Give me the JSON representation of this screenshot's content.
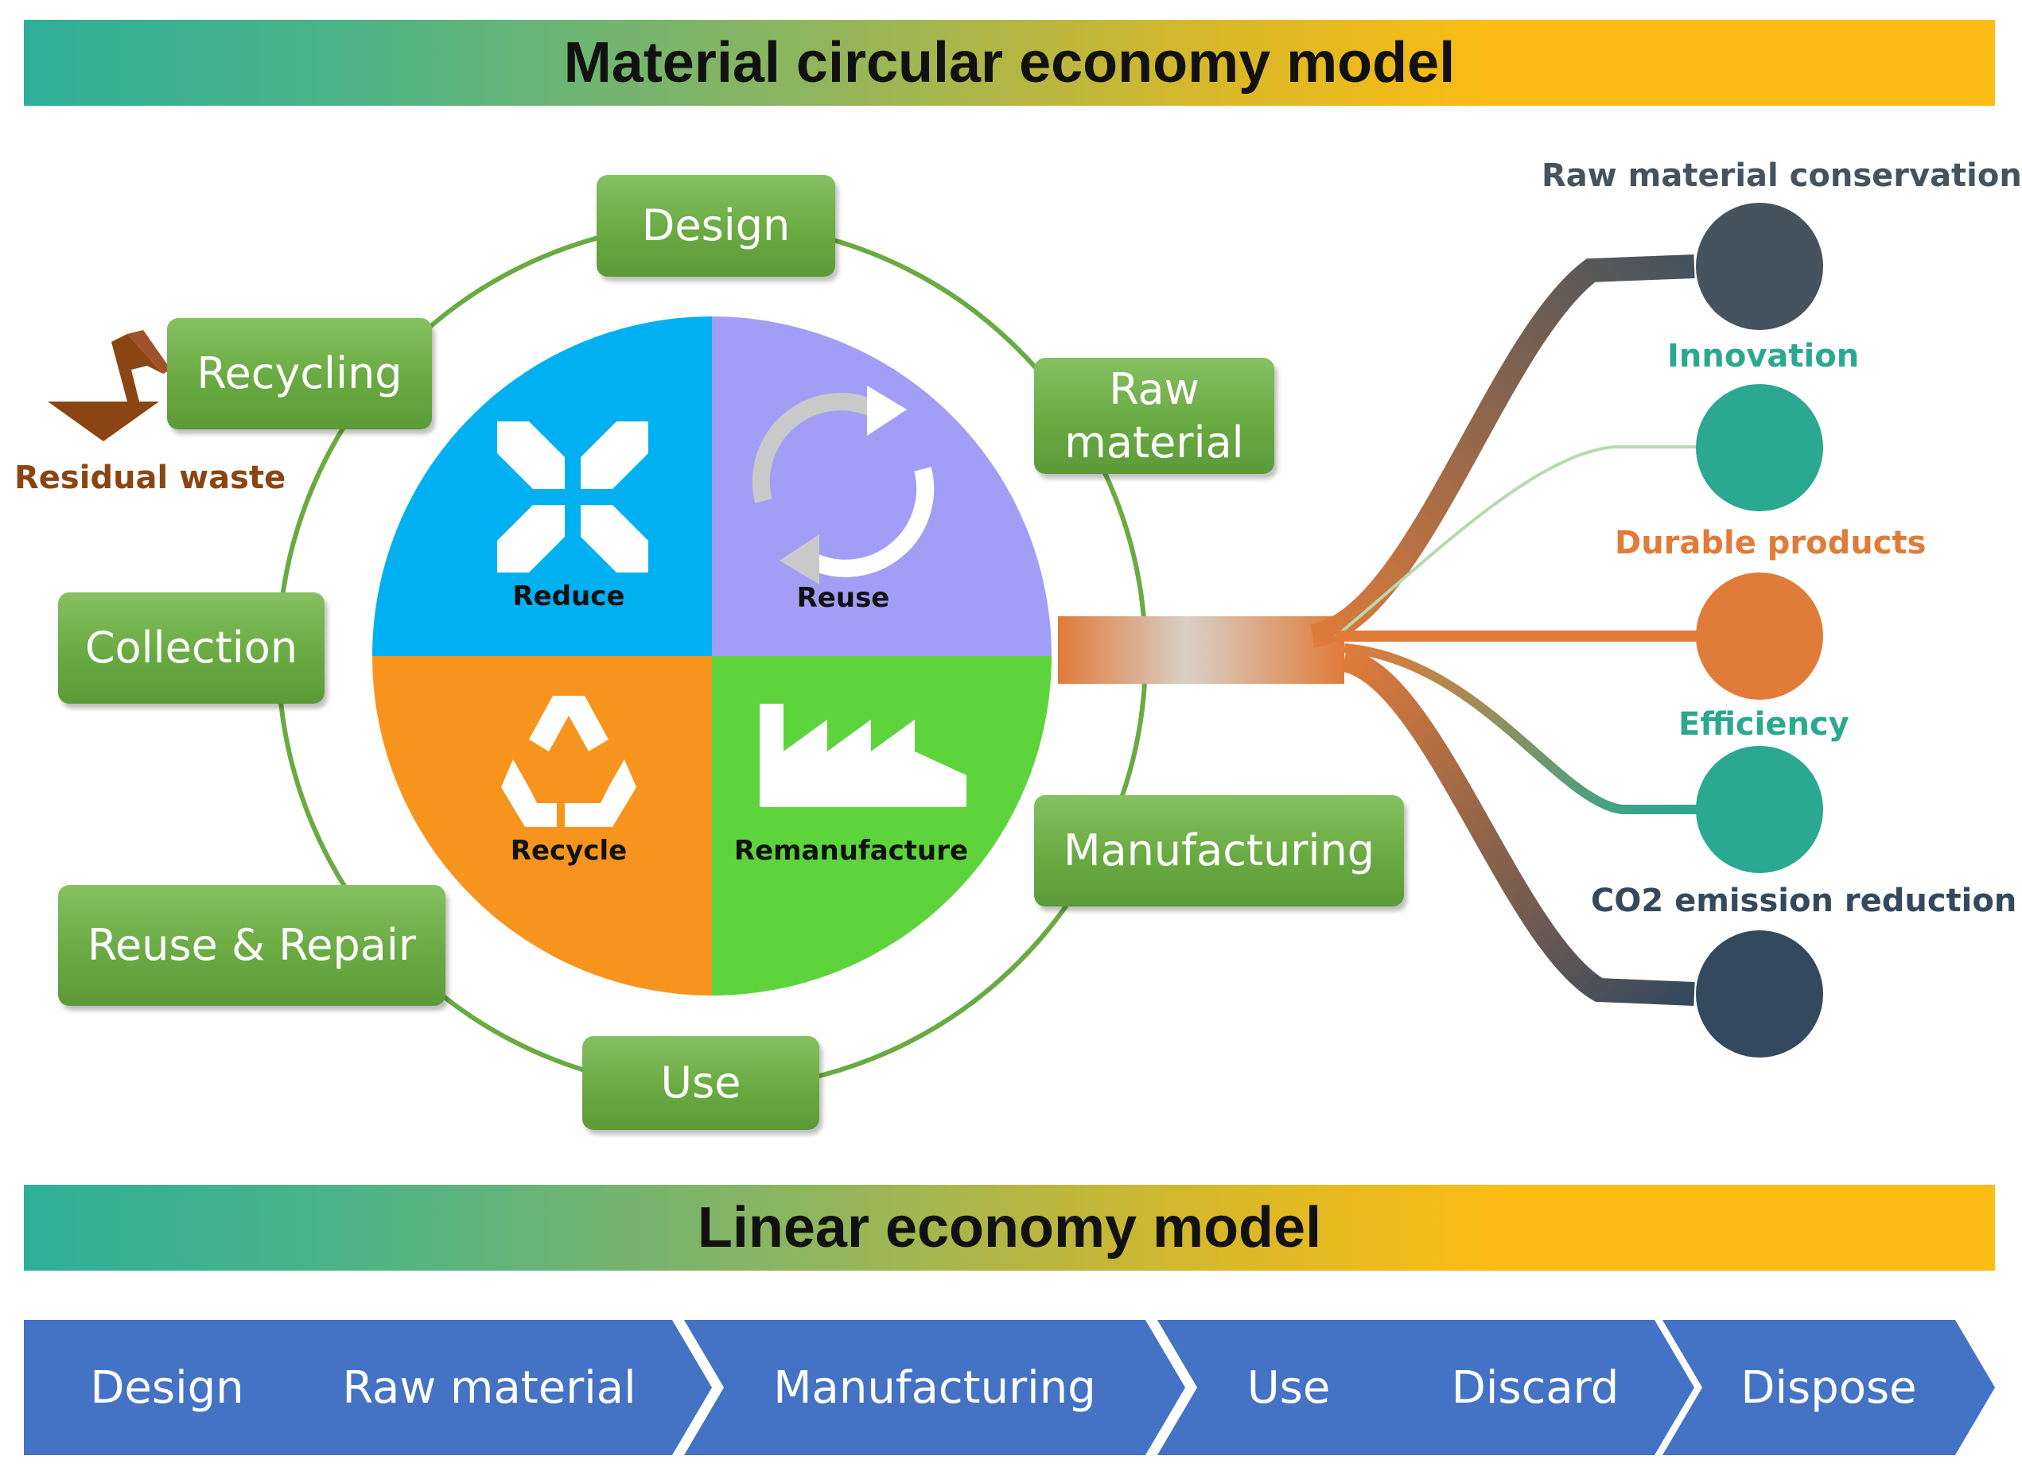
{
  "circular": {
    "title": "Material circular economy model",
    "stages": {
      "design": "Design",
      "raw_material_line1": "Raw",
      "raw_material_line2": "material",
      "manufacturing": "Manufacturing",
      "use": "Use",
      "reuse_repair": "Reuse & Repair",
      "collection": "Collection",
      "recycling": "Recycling"
    },
    "residual_waste": "Residual waste",
    "quadrants": {
      "reduce": "Reduce",
      "reuse": "Reuse",
      "recycle": "Recycle",
      "remanufacture": "Remanufacture"
    },
    "benefits": [
      {
        "label": "Raw material conservation",
        "color": "#44535e"
      },
      {
        "label": "Innovation",
        "color": "#2ba890"
      },
      {
        "label": "Durable products",
        "color": "#e07b39"
      },
      {
        "label": "Efficiency",
        "color": "#2ba890"
      },
      {
        "label": "CO2 emission reduction",
        "color": "#34495e"
      }
    ]
  },
  "linear": {
    "title": "Linear economy model",
    "steps": [
      "Design",
      "Raw material",
      "Manufacturing",
      "Use",
      "Discard",
      "Dispose"
    ]
  },
  "colors": {
    "reduce": "#00b0f0",
    "reuse": "#a39ef5",
    "recycle": "#f7941d",
    "remanufacture": "#5ed43c",
    "stage_green": "#6aaa42",
    "arrow_blue": "#4472c4",
    "waste_brown": "#8b4513"
  }
}
